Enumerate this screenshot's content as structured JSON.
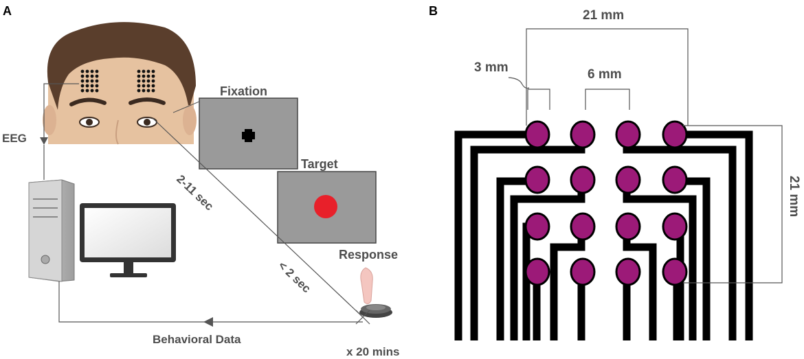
{
  "panel_a": {
    "letter": "A",
    "labels": {
      "eeg": "EEG",
      "fixation": "Fixation",
      "target": "Target",
      "response": "Response",
      "interval_1": "2-11 sec",
      "interval_2": "< 2 sec",
      "behavioral": "Behavioral Data",
      "duration": "x 20 mins"
    },
    "colors": {
      "screen_gray": "#9a9a9a",
      "target_red": "#e8202a",
      "hair": "#5a4030",
      "skin": "#e8c4a4",
      "line": "#555555"
    }
  },
  "panel_b": {
    "letter": "B",
    "labels": {
      "width": "21 mm",
      "height": "21 mm",
      "spacing": "6 mm",
      "diameter": "3 mm"
    },
    "grid": {
      "rows": 4,
      "cols": 4
    },
    "colors": {
      "electrode": "#9c1a78",
      "trace": "#000000"
    }
  }
}
